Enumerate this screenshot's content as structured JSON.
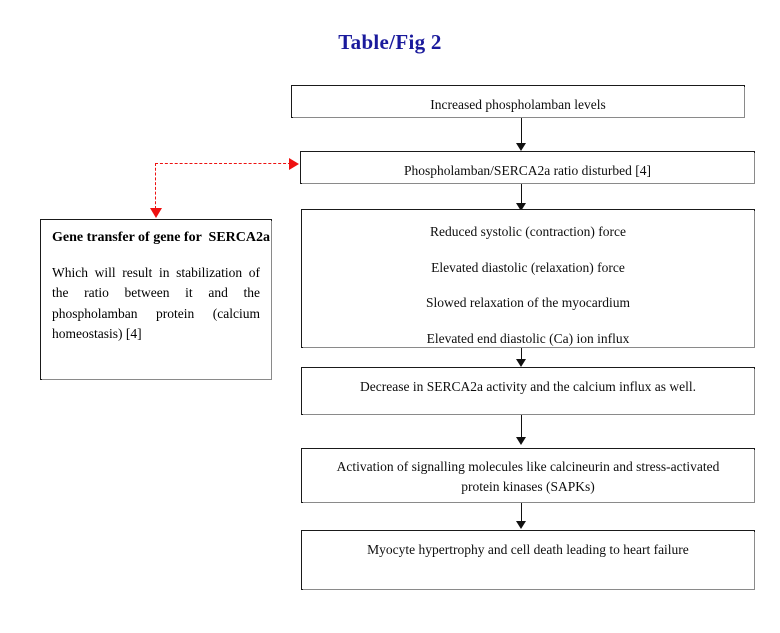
{
  "figure": {
    "title": "Table/Fig 2",
    "title_color": "#1a1a9c",
    "accent_color": "#ee1111",
    "line_color": "#111111"
  },
  "flow": {
    "boxes": [
      {
        "id": "increased-phospholamban-levels",
        "text": "Increased phospholamban levels"
      },
      {
        "id": "ratio-disturbed",
        "text": "Phospholamban/SERCA2a ratio disturbed [4]"
      },
      {
        "id": "downstream-effects",
        "lines": [
          "Reduced systolic (contraction) force",
          "Elevated diastolic (relaxation) force",
          "Slowed relaxation of the myocardium",
          "Elevated end diastolic (Ca) ion influx"
        ]
      },
      {
        "id": "decrease-serca2a-activity",
        "text": "Decrease in SERCA2a activity and the calcium influx as well."
      },
      {
        "id": "activation-signalling-molecules",
        "text": "Activation of signalling molecules like calcineurin and stress-activated protein kinases (SAPKs)"
      },
      {
        "id": "myocyte-hypertrophy",
        "text": "Myocyte hypertrophy and cell death leading to heart failure"
      }
    ]
  },
  "note": {
    "heading": "Gene transfer of gene for  SERCA2a",
    "body": "Which will result in stabilization of the ratio between it and the phospholamban protein (calcium homeostasis) [4]"
  }
}
